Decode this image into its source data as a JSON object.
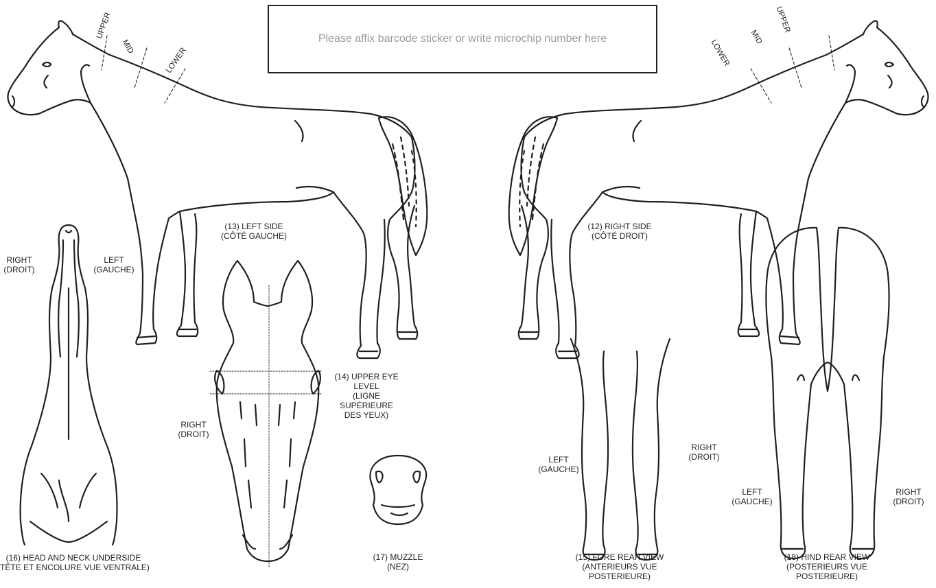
{
  "barcode": {
    "text": "Please affix barcode sticker or write microchip number here"
  },
  "neck_levels_left": {
    "upper": "UPPER",
    "mid": "MID",
    "lower": "LOWER"
  },
  "neck_levels_right": {
    "upper": "UPPER",
    "mid": "MID",
    "lower": "LOWER"
  },
  "views": {
    "left_side": {
      "line1": "(13) LEFT SIDE",
      "line2": "(CÔTÉ  GAUCHE)"
    },
    "right_side": {
      "line1": "(12) RIGHT SIDE",
      "line2": "(CÔTÉ DROIT)"
    },
    "upper_eye": {
      "line1": "(14) UPPER EYE",
      "line2": "LEVEL",
      "line3": "(LIGNE",
      "line4": "SUPÉRIEURE",
      "line5": "DES YEUX)"
    },
    "head_underside": {
      "line1": "(16) HEAD AND NECK UNDERSIDE",
      "line2": "(TÊTE ET ENCOLURE VUE  VENTRALE)"
    },
    "muzzle": {
      "line1": "(17) MUZZLE",
      "line2": "(NEZ)"
    },
    "fore_rear": {
      "line1": "(15) FORE REAR VIEW",
      "line2": "(ANTERIEURS VUE",
      "line3": "POSTERIEURE)"
    },
    "hind_rear": {
      "line1": "(18) HIND REAR VIEW",
      "line2": "(POSTERIEURS VUE",
      "line3": "POSTERIEURE)"
    }
  },
  "sides": {
    "neck_right": {
      "line1": "RIGHT",
      "line2": "(DROIT)"
    },
    "neck_left": {
      "line1": "LEFT",
      "line2": "(GAUCHE)"
    },
    "head_right": {
      "line1": "RIGHT",
      "line2": "(DROIT)"
    },
    "fore_left": {
      "line1": "LEFT",
      "line2": "(GAUCHE)"
    },
    "fore_right": {
      "line1": "RIGHT",
      "line2": "(DROIT)"
    },
    "hind_left": {
      "line1": "LEFT",
      "line2": "(GAUCHE)"
    },
    "hind_right": {
      "line1": "RIGHT",
      "line2": "(DROIT)"
    }
  }
}
